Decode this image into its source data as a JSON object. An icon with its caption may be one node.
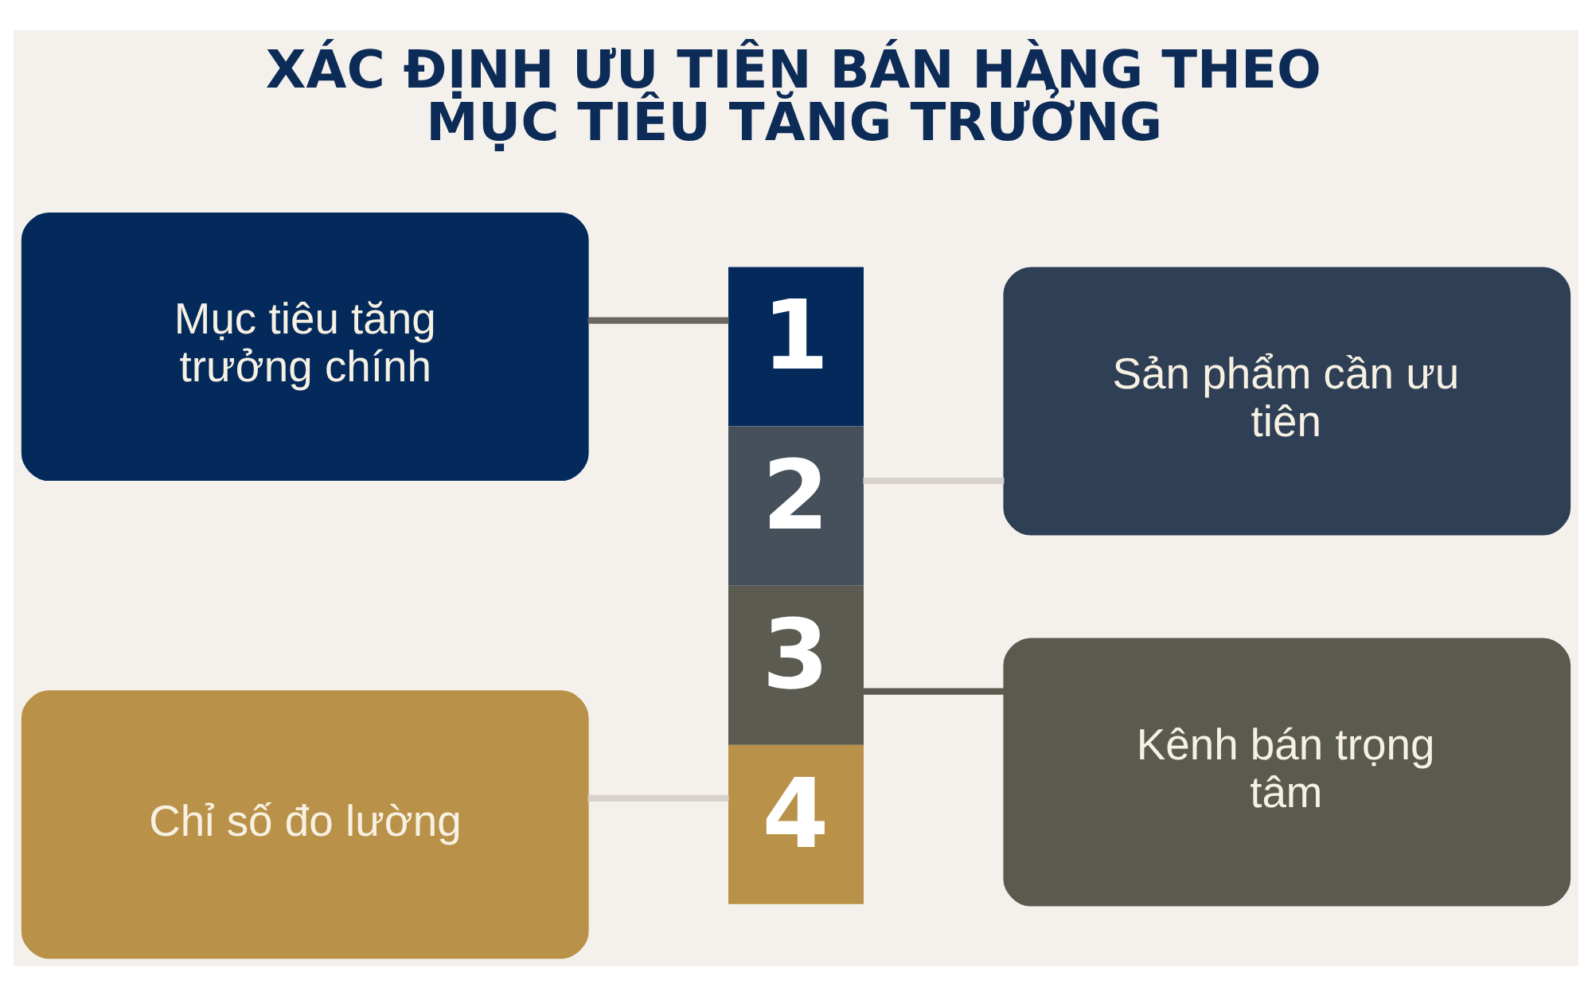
{
  "diagram": {
    "title": "XÁC ĐỊNH ƯU TIÊN BÁN HÀNG THEO MỤC TIÊU TĂNG TRƯỞNG",
    "nodes": [
      {
        "text": [
          "Mục tiêu tăng trưởng chính"
        ]
      },
      {
        "text": [
          "1"
        ]
      },
      {
        "text": [
          "Sản phẩm cần ưu tiên"
        ]
      },
      {
        "text": [
          "2"
        ]
      },
      {
        "text": [
          "3"
        ]
      },
      {
        "text": [
          "Chỉ số đo lường"
        ]
      },
      {
        "text": [
          "4"
        ]
      },
      {
        "text": [
          "Kênh bán trọng tâm"
        ]
      }
    ],
    "edges": [
      {
        "from": 1,
        "to": 0,
        "arrow": "none",
        "color": "#6b6661"
      },
      {
        "from": 3,
        "to": 2,
        "arrow": "none",
        "color": "#d8d2cb"
      },
      {
        "from": 4,
        "to": 7,
        "arrow": "none",
        "color": "#5e5a52"
      },
      {
        "from": 6,
        "to": 5,
        "arrow": "none",
        "color": "#d8d2cb"
      }
    ]
  }
}
